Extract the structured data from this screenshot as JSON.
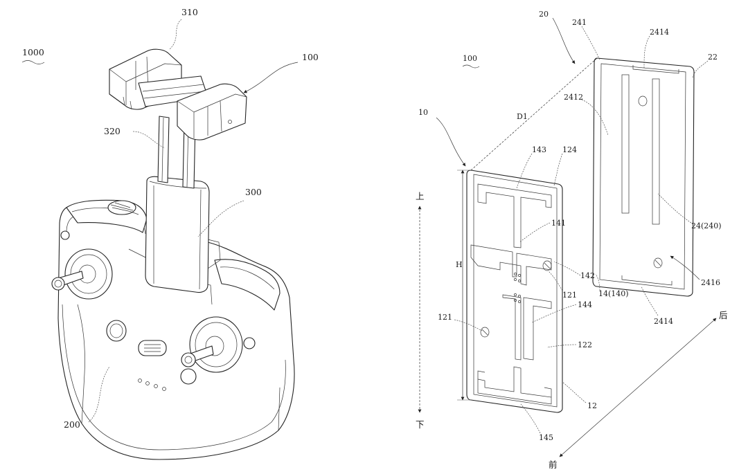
{
  "left_figure": {
    "ref_assembly": "1000",
    "ref_holder": "100",
    "ref_clamp": "310",
    "ref_rod": "320",
    "ref_sleeve": "300",
    "ref_controller": "200"
  },
  "right_figure": {
    "ref_antenna_module": "100",
    "ref_front_board_group": "10",
    "ref_back_board_group": "20",
    "ref_front_board": "12",
    "ref_front_board_face": "122",
    "ref_front_board_edge": "124",
    "ref_hole_a": "121",
    "ref_hole_b": "121",
    "ref_antenna_front": "14(140)",
    "ref_feed_line": "141",
    "ref_feed_point": "142",
    "ref_top_arm": "143",
    "ref_lower_arm": "144",
    "ref_bottom_arm": "145",
    "ref_back_board": "22",
    "ref_back_antenna": "24(240)",
    "ref_back_edge": "241",
    "ref_back_strip_top": "2414",
    "ref_back_strip_bottom": "2414",
    "ref_back_slot": "2412",
    "ref_back_hole": "2416",
    "ref_distance": "D1",
    "ref_height": "H",
    "dir_up": "上",
    "dir_down": "下",
    "dir_front": "前",
    "dir_back": "后"
  }
}
